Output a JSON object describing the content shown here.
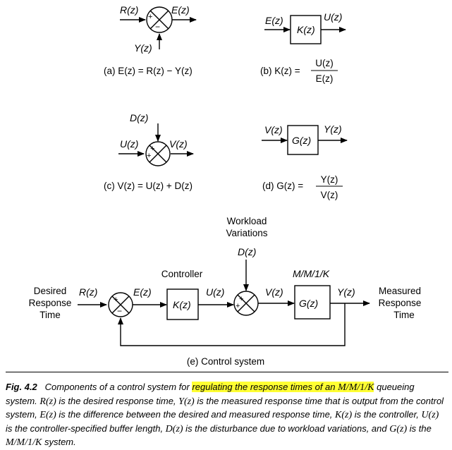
{
  "signals": {
    "R": "R(z)",
    "Y": "Y(z)",
    "E": "E(z)",
    "U": "U(z)",
    "V": "V(z)",
    "D": "D(z)",
    "K_block": "K(z)",
    "G_block": "G(z)"
  },
  "signs": {
    "plus": "+",
    "minus": "−"
  },
  "panels": {
    "a": {
      "caption": "(a) E(z) = R(z) − Y(z)"
    },
    "b": {
      "caption_lhs": "(b) K(z) =",
      "numerator": "U(z)",
      "denominator": "E(z)"
    },
    "c": {
      "caption": "(c)  V(z) = U(z) + D(z)"
    },
    "d": {
      "caption_lhs": "(d)  G(z) =",
      "numerator": "Y(z)",
      "denominator": "V(z)"
    },
    "e": {
      "caption": "(e) Control system",
      "desired_line1": "Desired",
      "desired_line2": "Response",
      "desired_line3": "Time",
      "measured_line1": "Measured",
      "measured_line2": "Response",
      "measured_line3": "Time",
      "workload_line1": "Workload",
      "workload_line2": "Variations",
      "controller_label": "Controller",
      "plant_label": "M/M/1/K"
    }
  },
  "caption": {
    "fig_number": "Fig. 4.2",
    "t1": "Components of a control system for ",
    "highlight_text": "regulating the response times of an ",
    "highlight_math": "M/M/1/K",
    "t2": "queueing system. ",
    "m_R": "R(z)",
    "t3": " is the desired response time, ",
    "m_Y": "Y(z)",
    "t4": " is the measured response time that is output from the control system, ",
    "m_E": "E(z)",
    "t5": " is the difference between the desired and measured response time, ",
    "m_K": "K(z)",
    "t6": " is the controller, ",
    "m_U": "U(z)",
    "t7": " is the controller-specified buffer length, ",
    "m_D": "D(z)",
    "t8": " is the disturbance due to workload variations, and ",
    "m_G": "G(z)",
    "t9": " is the ",
    "m_MM1K": "M/M/1/K",
    "t10": " system.",
    "highlight_color": "#ffff33"
  }
}
